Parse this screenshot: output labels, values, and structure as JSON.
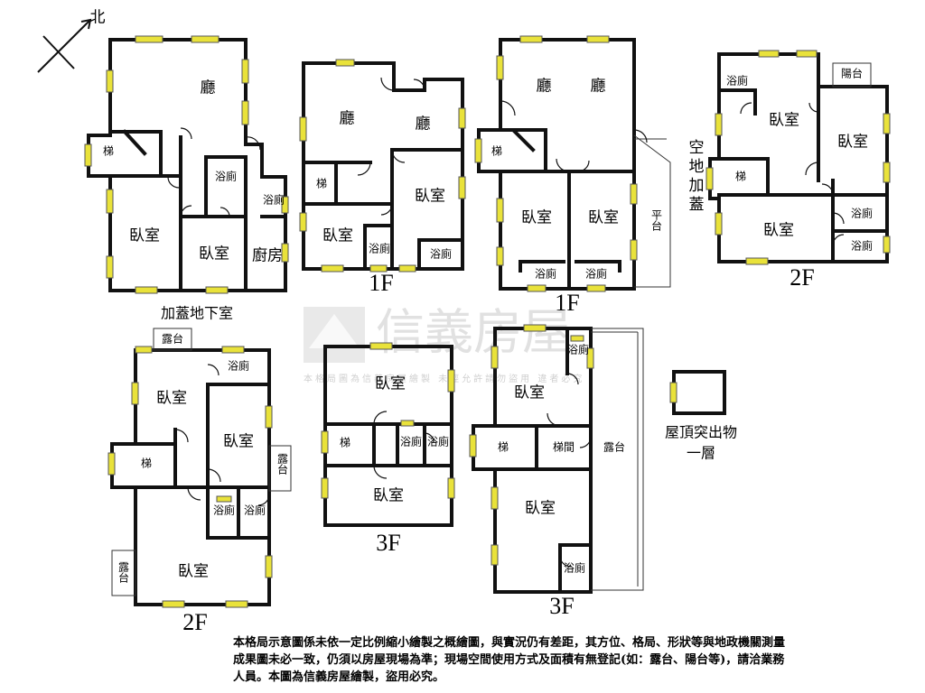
{
  "compass": {
    "north": "北"
  },
  "watermark": {
    "brand": "信義房屋",
    "notice": "本格局圖為信義房屋繪製 未經允許請勿盜用 違者必究"
  },
  "rooms": {
    "hall": "廳",
    "bedroom": "臥室",
    "bath": "浴廁",
    "stair": "梯",
    "kitchen": "廚房",
    "platform": "平台",
    "balcony": "陽台",
    "terrace": "露台",
    "stairwell": "梯間",
    "open_ext": "空地加蓋"
  },
  "levels": {
    "basement": "加蓋地下室",
    "f1a": "1F",
    "f1b": "1F",
    "f2a": "2F",
    "f2b": "2F",
    "f3a": "3F",
    "f3b": "3F"
  },
  "roof": {
    "line1": "屋頂突出物",
    "line2": "一層"
  },
  "disclaimer": "本格局示意圖係未依一定比例縮小繪製之概繪圖，與實況仍有差距，其方位、格局、形狀等與地政機關測量成果圖未必一致，仍須以房屋現場為準；現場空間使用方式及面積有無登記(如：露台、陽台等)，請洽業務人員。本圖為信義房屋繪製，盜用必究。"
}
